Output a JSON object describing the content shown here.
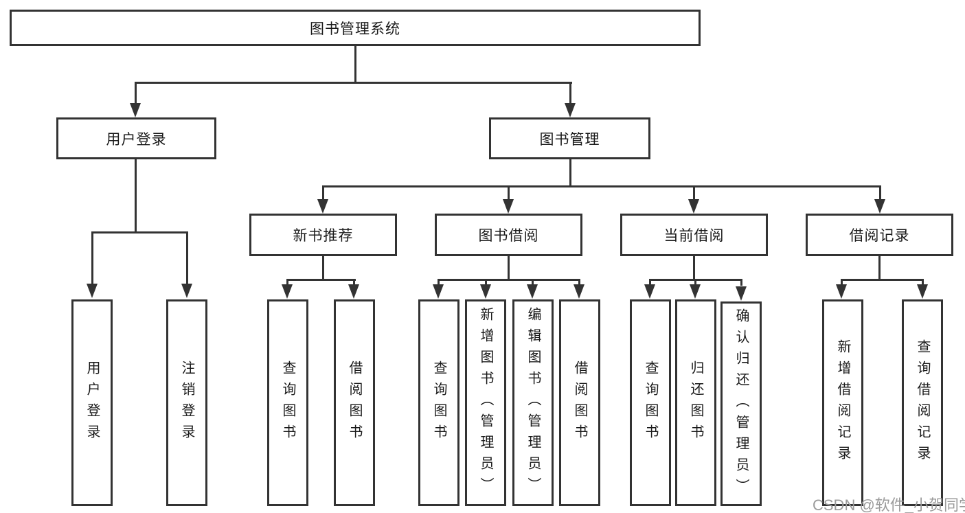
{
  "colors": {
    "background": "#ffffff",
    "line": "#333333",
    "box_fill": "#ffffff",
    "text": "#1a1a1a",
    "watermark": "#9b9b9b"
  },
  "watermark": {
    "text": "CSDN @软件_小贺同学"
  },
  "diagram": {
    "type": "tree",
    "root": {
      "label": "图书管理系统"
    },
    "branches": [
      {
        "label": "用户登录",
        "children": [
          {
            "label": "用户登录"
          },
          {
            "label": "注销登录"
          }
        ]
      },
      {
        "label": "图书管理",
        "children": [
          {
            "label": "新书推荐",
            "children": [
              {
                "label": "查询图书"
              },
              {
                "label": "借阅图书"
              }
            ]
          },
          {
            "label": "图书借阅",
            "children": [
              {
                "label": "查询图书"
              },
              {
                "label": "新增图书（管理员）"
              },
              {
                "label": "编辑图书（管理员）"
              },
              {
                "label": "借阅图书"
              }
            ]
          },
          {
            "label": "当前借阅",
            "children": [
              {
                "label": "查询图书"
              },
              {
                "label": "归还图书"
              },
              {
                "label": "确认归还（管理员）"
              }
            ]
          },
          {
            "label": "借阅记录",
            "children": [
              {
                "label": "新增借阅记录"
              },
              {
                "label": "查询借阅记录"
              }
            ]
          }
        ]
      }
    ]
  }
}
